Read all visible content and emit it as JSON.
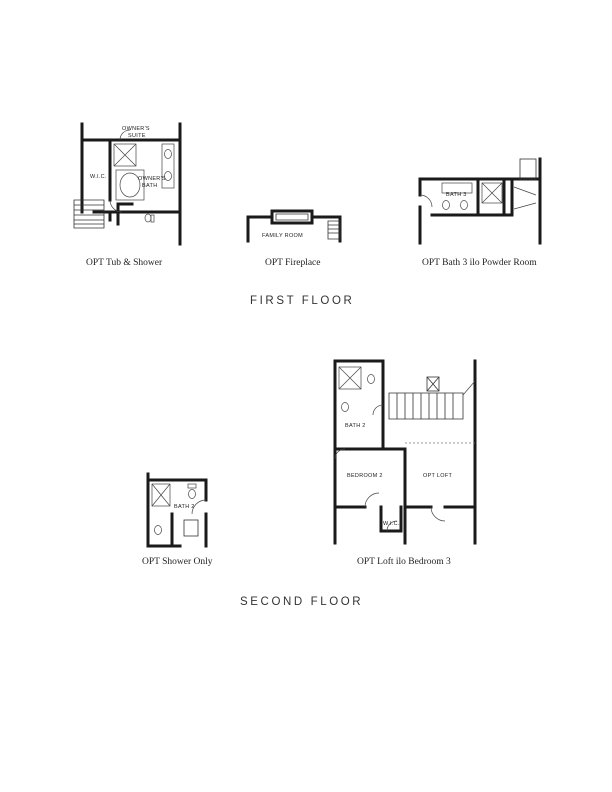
{
  "first_floor": {
    "heading": "FIRST FLOOR",
    "plans": [
      {
        "caption": "OPT Tub & Shower",
        "rooms": {
          "owners_suite": [
            "OWNER'S",
            "SUITE"
          ],
          "wic": "W.I.C.",
          "owners_bath": [
            "OWNER'S",
            "BATH"
          ]
        }
      },
      {
        "caption": "OPT Fireplace",
        "rooms": {
          "family_room": "FAMILY ROOM"
        }
      },
      {
        "caption": "OPT Bath 3 ilo Powder Room",
        "rooms": {
          "bath3": "BATH 3"
        }
      }
    ]
  },
  "second_floor": {
    "heading": "SECOND FLOOR",
    "plans": [
      {
        "caption": "OPT Shower Only",
        "rooms": {
          "bath2": "BATH 2"
        }
      },
      {
        "caption": "OPT Loft ilo Bedroom 3",
        "rooms": {
          "bath2": "BATH 2",
          "bedroom2": "BEDROOM 2",
          "opt_loft": "OPT LOFT",
          "wic": "W.I.C."
        }
      }
    ]
  }
}
